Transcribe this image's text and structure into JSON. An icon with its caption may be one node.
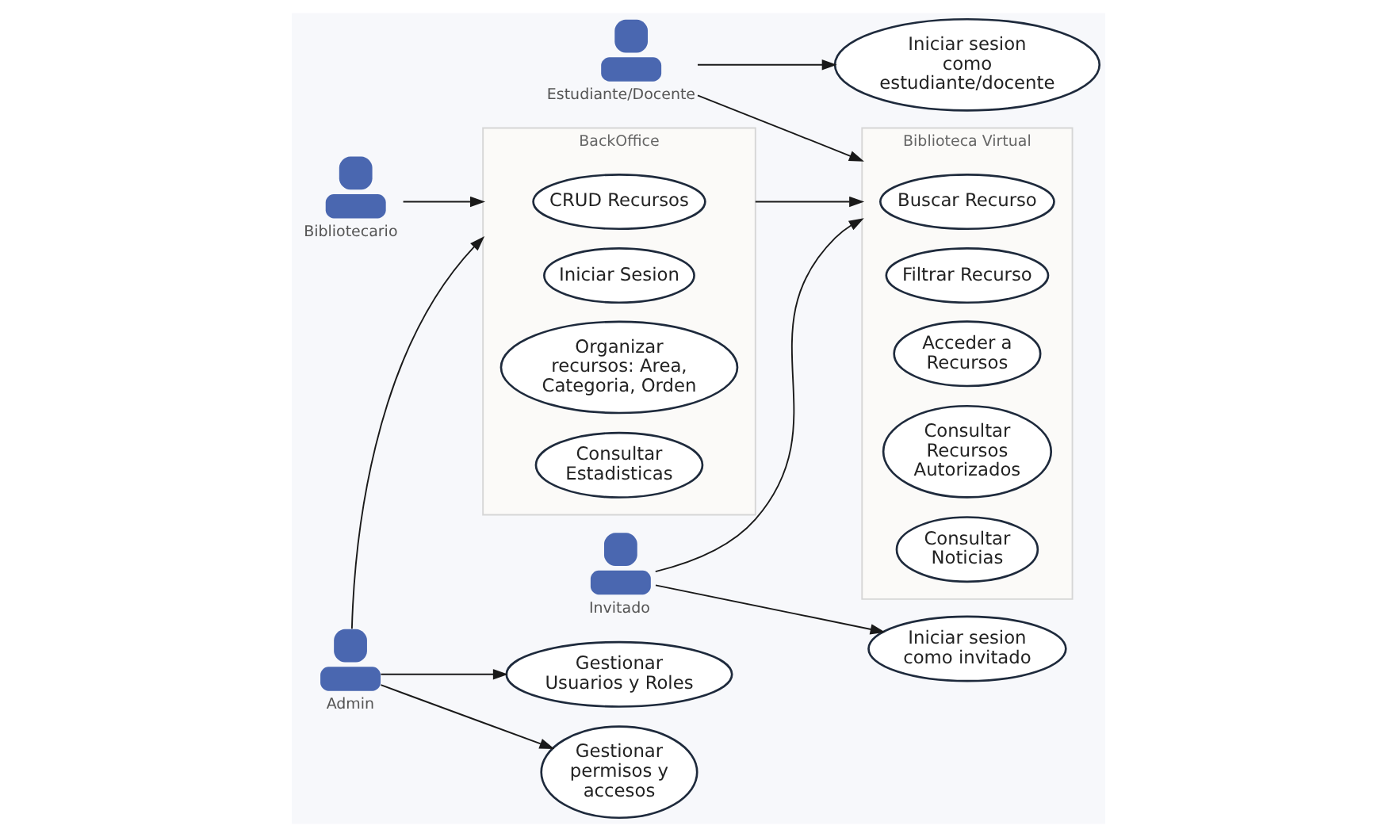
{
  "diagram": {
    "nodes": [
      {
        "text": [
          "Iniciar sesion como estudiante/docente"
        ]
      },
      {
        "text": [],
        "shape": "person",
        "beside": [
          "Estudiante/Docente"
        ]
      },
      {
        "text": [],
        "shape": "person",
        "beside": [
          "Invitado"
        ]
      },
      {
        "text": [
          "Iniciar sesion como invitado"
        ]
      },
      {
        "text": [
          "Biblioteca Virtual"
        ]
      },
      {
        "text": [
          "Buscar Recurso"
        ],
        "in": 4
      },
      {
        "text": [
          "Filtrar Recurso"
        ],
        "in": 4
      },
      {
        "text": [
          "Acceder a Recursos"
        ],
        "in": 4
      },
      {
        "text": [
          "Consultar Recursos Autorizados"
        ],
        "in": 4
      },
      {
        "text": [
          "Consultar Noticias"
        ],
        "in": 4
      },
      {
        "text": [
          "BackOffice"
        ]
      },
      {
        "text": [
          "CRUD Recursos"
        ],
        "in": 10
      },
      {
        "text": [
          "Iniciar Sesion"
        ],
        "in": 10
      },
      {
        "text": [
          "Organizar recursos: Area, Categoria, Orden"
        ],
        "in": 10
      },
      {
        "text": [
          "Consultar Estadisticas"
        ],
        "in": 10
      },
      {
        "text": [],
        "shape": "person",
        "beside": [
          "Bibliotecario"
        ]
      },
      {
        "text": [],
        "shape": "person",
        "beside": [
          "Admin"
        ]
      },
      {
        "text": [
          "Gestionar Usuarios y Roles"
        ]
      },
      {
        "text": [
          "Gestionar permisos y accesos"
        ]
      }
    ],
    "edges": [
      {
        "from": 1,
        "to": 0,
        "arrow": "to"
      },
      {
        "from": 1,
        "to": 4,
        "arrow": "to"
      },
      {
        "from": 2,
        "to": 4,
        "arrow": "to"
      },
      {
        "from": 2,
        "to": 3,
        "arrow": "to"
      },
      {
        "from": 10,
        "to": 4,
        "arrow": "to"
      },
      {
        "from": 15,
        "to": 10,
        "arrow": "to"
      },
      {
        "from": 16,
        "to": 10,
        "arrow": "to"
      },
      {
        "from": 16,
        "to": 17,
        "arrow": "to"
      },
      {
        "from": 16,
        "to": 18,
        "arrow": "to"
      }
    ]
  }
}
